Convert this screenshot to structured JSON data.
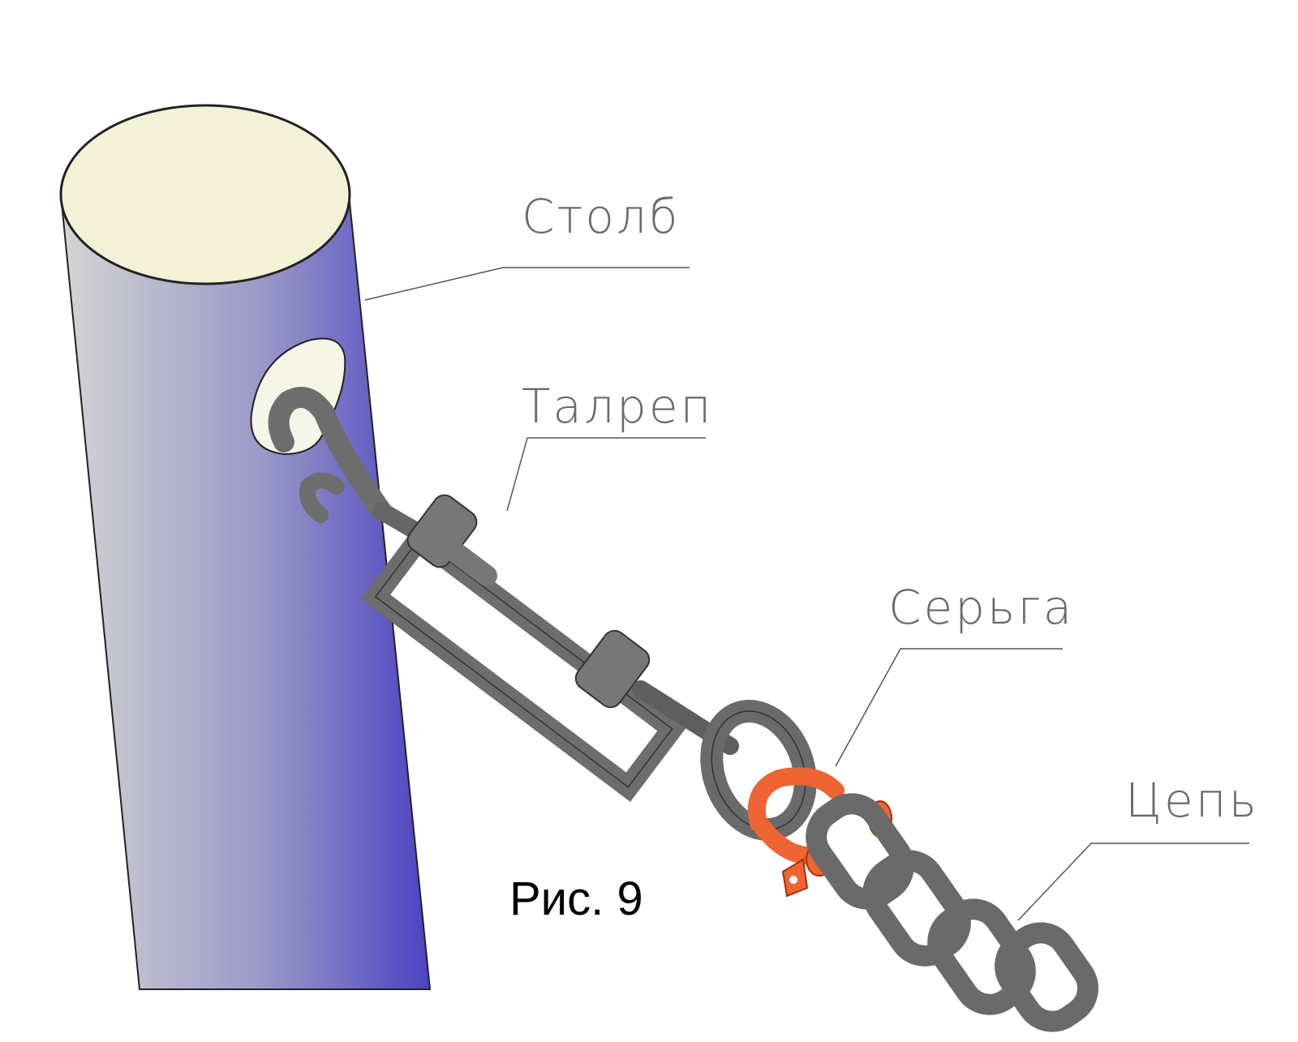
{
  "labels": {
    "post": "Столб",
    "turnbuckle": "Талреп",
    "shackle": "Серьга",
    "chain": "Цепь"
  },
  "caption": "Рис. 9",
  "colors": {
    "post_light": "#d2d2d2",
    "post_dark": "#4a43c0",
    "post_top": "#f3f1d6",
    "metal": "#6d6d6d",
    "metal_light": "#8a8a8a",
    "shackle": "#ee6433",
    "leader_line": "#555555",
    "label_text": "#6a6a6a"
  }
}
